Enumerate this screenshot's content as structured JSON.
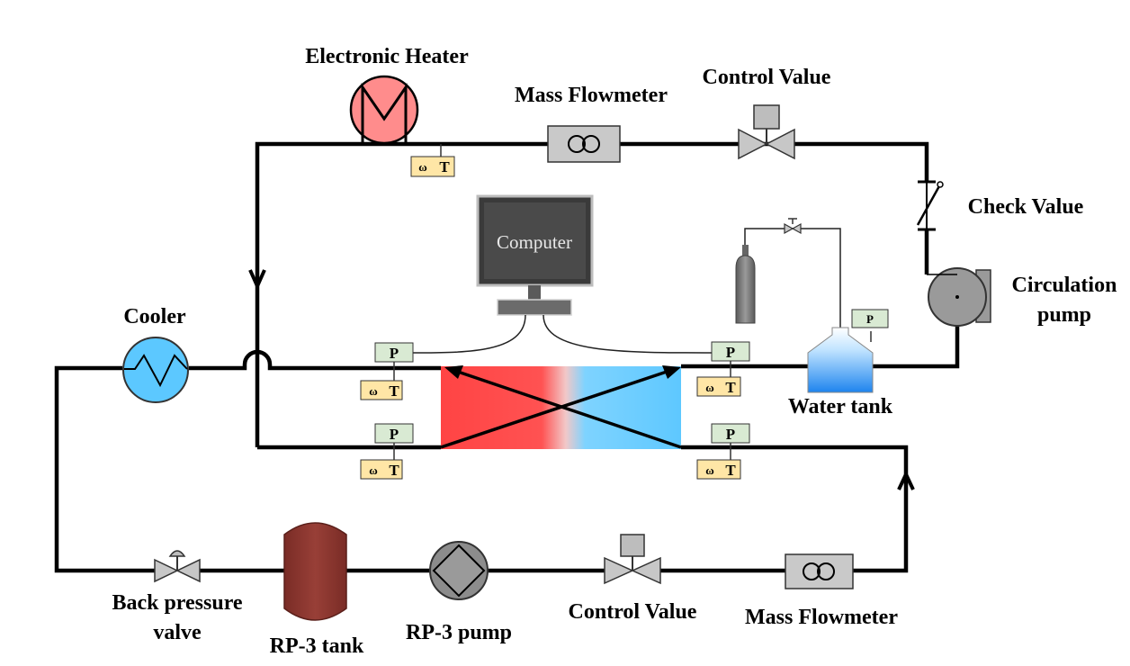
{
  "labels": {
    "electronic_heater": "Electronic  Heater",
    "mass_flowmeter_top": "Mass Flowmeter",
    "control_valve_top": "Control Value",
    "check_valve": "Check Value",
    "circulation_pump_1": "Circulation",
    "circulation_pump_2": "pump",
    "computer": "Computer",
    "cooler": "Cooler",
    "water_tank": "Water tank",
    "back_pressure_1": "Back pressure",
    "back_pressure_2": "valve",
    "rp3_tank": "RP-3 tank",
    "rp3_pump": "RP-3 pump",
    "control_valve_bottom": "Control Value",
    "mass_flowmeter_bottom": "Mass Flowmeter"
  },
  "sensor_labels": {
    "pressure": "P",
    "temperature": "T"
  },
  "colors": {
    "heater": "#ff8c8c",
    "cooler": "#5cc8ff",
    "rp3_tank": "#8b3a33",
    "exchanger_hot": "#ff4444",
    "exchanger_cold": "#5ec8ff",
    "water_tank": "#2f8ff0",
    "sensor_p": "#d9ead3",
    "sensor_t": "#ffe6a6"
  }
}
